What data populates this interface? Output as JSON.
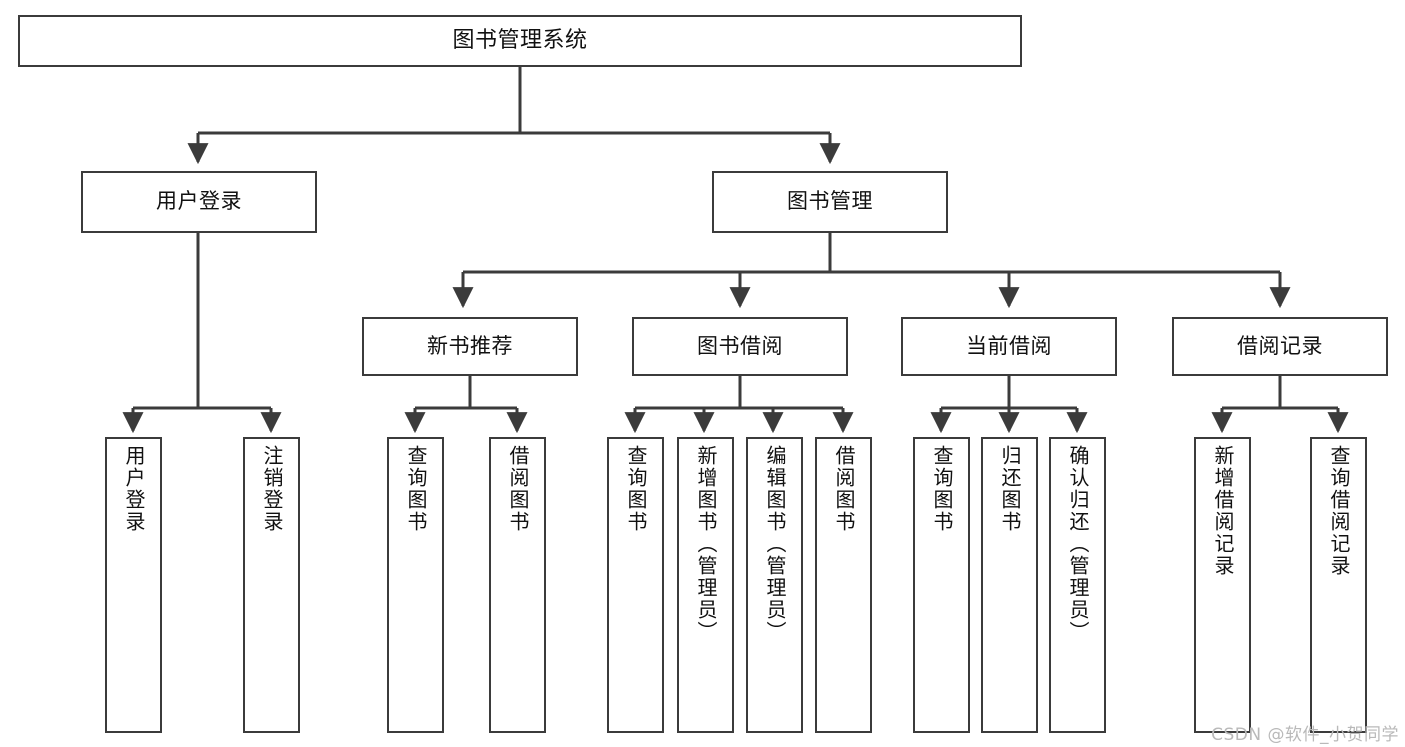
{
  "diagram": {
    "type": "tree",
    "title": "图书管理系统",
    "orientation": "top-down",
    "colors": {
      "border": "#3b3b3b",
      "fill": "#ffffff",
      "text": "#111111",
      "edge": "#3b3b3b",
      "watermark": "#b9b9b9"
    },
    "root": {
      "label": "图书管理系统"
    },
    "level2": [
      {
        "label": "用户登录"
      },
      {
        "label": "图书管理"
      }
    ],
    "level3": [
      {
        "label": "新书推荐"
      },
      {
        "label": "图书借阅"
      },
      {
        "label": "当前借阅"
      },
      {
        "label": "借阅记录"
      }
    ],
    "leaves": {
      "user_login": [
        {
          "label": "用户登录"
        },
        {
          "label": "注销登录"
        }
      ],
      "new_book_recommend": [
        {
          "label": "查询图书"
        },
        {
          "label": "借阅图书"
        }
      ],
      "book_borrow": [
        {
          "label": "查询图书"
        },
        {
          "label": "新增图书（管理员）"
        },
        {
          "label": "编辑图书（管理员）"
        },
        {
          "label": "借阅图书"
        }
      ],
      "current_borrow": [
        {
          "label": "查询图书"
        },
        {
          "label": "归还图书"
        },
        {
          "label": "确认归还（管理员）"
        }
      ],
      "borrow_record": [
        {
          "label": "新增借阅记录"
        },
        {
          "label": "查询借阅记录"
        }
      ]
    },
    "watermark": "CSDN @软件_小贺同学"
  }
}
